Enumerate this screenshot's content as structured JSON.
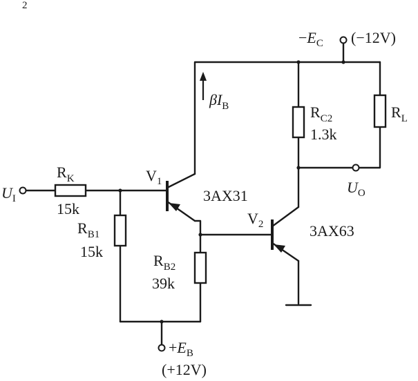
{
  "top_fragment": "2",
  "components": {
    "rk": {
      "name": "R",
      "sub": "K",
      "value": "15k"
    },
    "rb1": {
      "name": "R",
      "sub": "B1",
      "value": "15k"
    },
    "rb2": {
      "name": "R",
      "sub": "B2",
      "value": "39k"
    },
    "rc2": {
      "name": "R",
      "sub": "C2",
      "value": "1.3k"
    },
    "rl": {
      "name": "R",
      "sub": "L"
    },
    "v1": {
      "name": "V",
      "sub": "1",
      "part": "3AX31"
    },
    "v2": {
      "name": "V",
      "sub": "2",
      "part": "3AX63"
    }
  },
  "terminals": {
    "input": {
      "sym": "U",
      "sub": "I"
    },
    "output": {
      "sym": "U",
      "sub": "O"
    },
    "supply_c": {
      "sign": "−",
      "sym": "E",
      "sub": "C",
      "volts": "(−12V)"
    },
    "supply_b": {
      "sign": "+",
      "sym": "E",
      "sub": "B",
      "volts": "(+12V)"
    }
  },
  "current": {
    "beta": "β",
    "sym": "I",
    "sub": "B"
  }
}
